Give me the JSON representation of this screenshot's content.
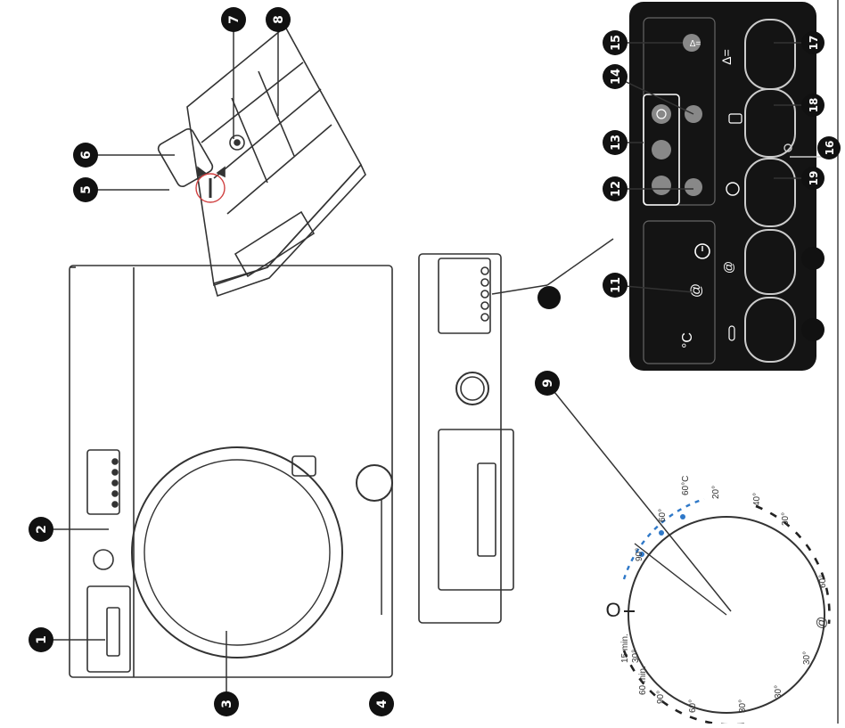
{
  "callouts": [
    "1",
    "2",
    "3",
    "4",
    "5",
    "6",
    "7",
    "8",
    "9",
    "11",
    "12",
    "13",
    "14",
    "15",
    "16",
    "17",
    "18",
    "19"
  ],
  "panel": {
    "temp_unit": "°C",
    "symbol_rinse_hold": "Δ=",
    "symbol_rinse_hold_button": "Δ="
  },
  "dial": {
    "off_label": "O",
    "programs": [
      {
        "name": "cotton-90",
        "label": "90°"
      },
      {
        "name": "cotton-eco-60",
        "label": "60°"
      },
      {
        "name": "cotton-60c",
        "label": "60°C"
      },
      {
        "name": "delicates-20",
        "label": "20°"
      },
      {
        "name": "mixed-40",
        "label": "40°"
      },
      {
        "name": "synthetics-30",
        "label": "30°"
      },
      {
        "name": "spin",
        "label": ""
      },
      {
        "name": "baby-60",
        "label": "60°"
      },
      {
        "name": "rinse-spin",
        "label": "@"
      },
      {
        "name": "wool-30",
        "label": "30°"
      },
      {
        "name": "sports-30",
        "label": "30°"
      },
      {
        "name": "shirts-30",
        "label": "30°"
      },
      {
        "name": "quick-60",
        "label": "60°"
      },
      {
        "name": "quick-90min",
        "label": "90°"
      },
      {
        "name": "quick-60min",
        "label": "60 min."
      },
      {
        "name": "quick-15min",
        "label": "15 min."
      },
      {
        "name": "quick-15-30",
        "label": "30°"
      }
    ]
  },
  "colors": {
    "badge": "#111111",
    "panel_bg": "#141414",
    "dial_blue": "#2e78c8",
    "line": "#333333"
  }
}
